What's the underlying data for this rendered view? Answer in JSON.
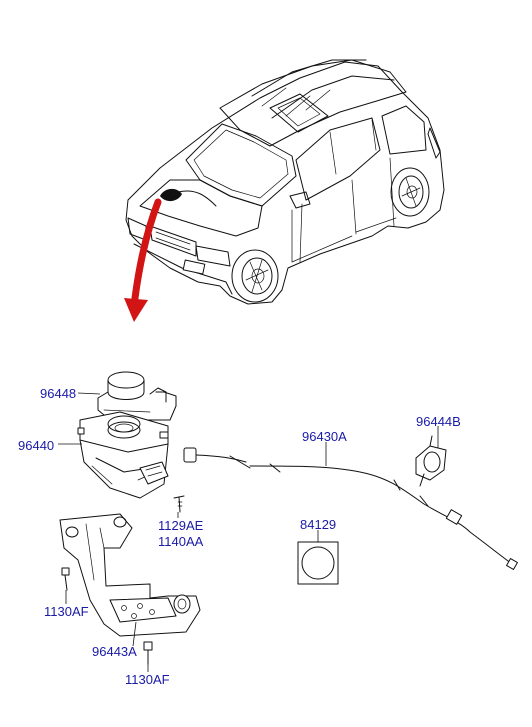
{
  "parts": {
    "horn_cover": "96448",
    "sensor_unit": "96440",
    "screw": "1129AE",
    "screw_alt": "1140AA",
    "bracket_bolt_upper": "1130AF",
    "bracket": "96443A",
    "bracket_bolt_lower": "1130AF",
    "cable": "96430A",
    "clip": "96444B",
    "plug": "84129"
  },
  "colors": {
    "label": "#1a1aa6",
    "arrow": "#d21414",
    "line": "#111111"
  }
}
